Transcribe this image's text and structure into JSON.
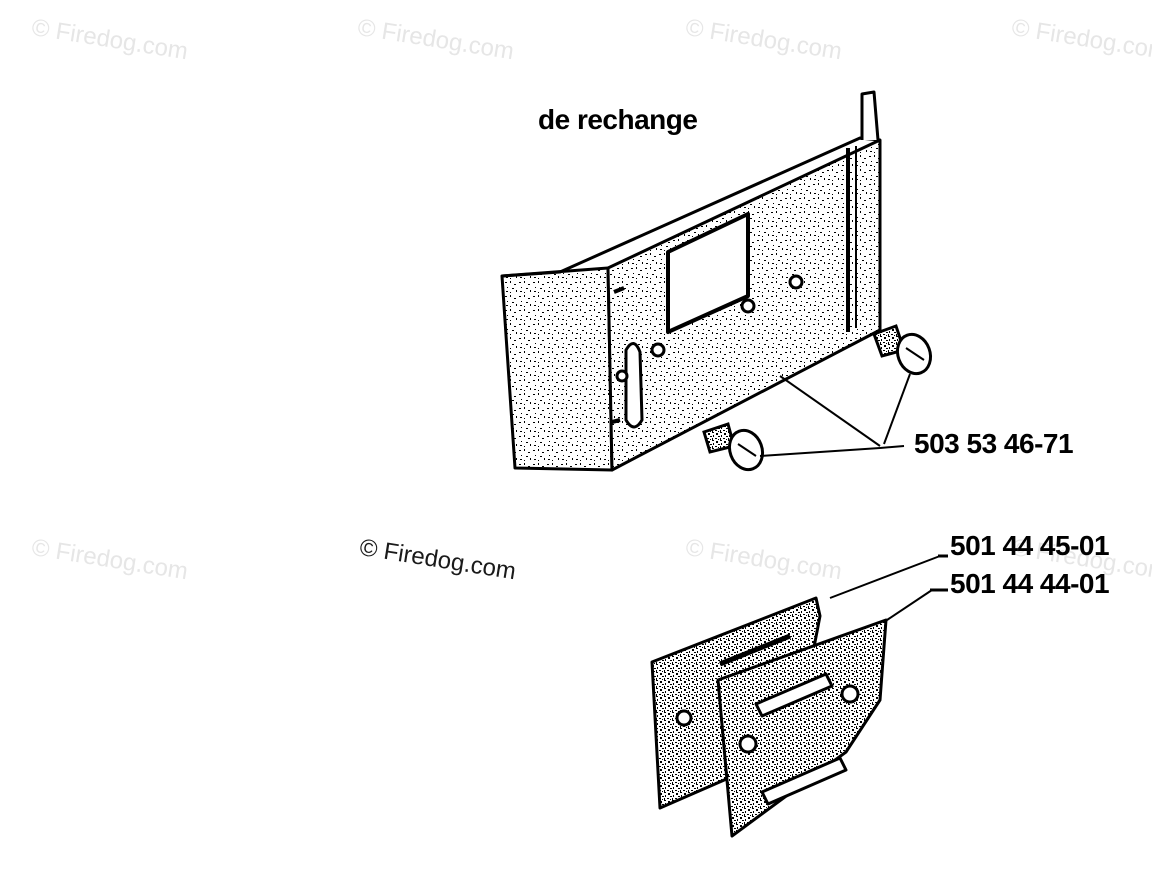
{
  "heading": "de rechange",
  "watermark_text": "© Firedog.com",
  "parts": {
    "screw": "503 53 46-71",
    "plate_outer": "501 44 45-01",
    "plate_inner": "501 44 44-01"
  },
  "colors": {
    "ink": "#000000",
    "watermark_faint": "#e6e6e6",
    "background": "#ffffff"
  }
}
